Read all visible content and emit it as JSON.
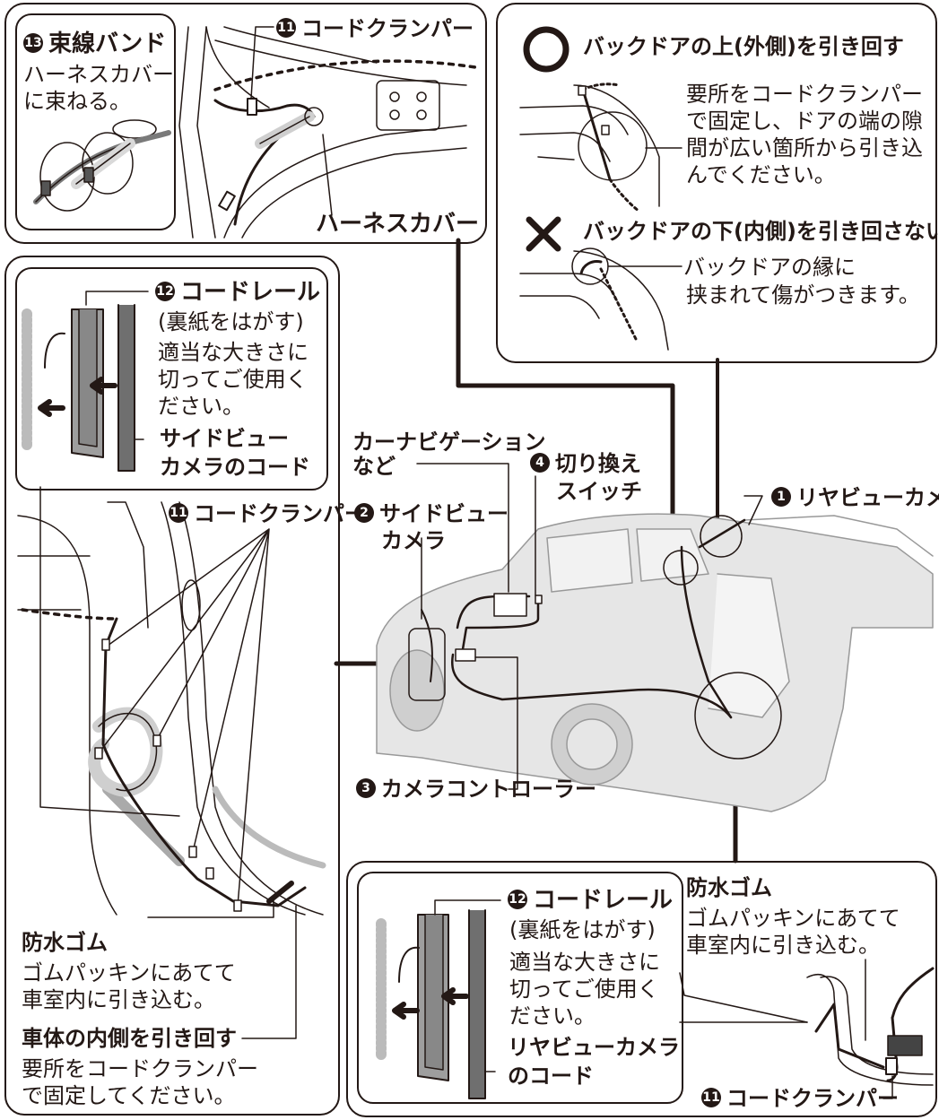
{
  "callouts": {
    "tie_band": {
      "num": "13",
      "title": "束線バンド",
      "lines": [
        "ハーネスカバー",
        "に束ねる。"
      ]
    },
    "clamp_top": {
      "num": "11",
      "label": "コードクランパー"
    },
    "harness_cover": "ハーネスカバー",
    "ok": {
      "title": "バックドアの上(外側)を引き回す",
      "lines": [
        "要所をコードクランパー",
        "で固定し、ドアの端の隙",
        "間が広い箇所から引き込",
        "んでください。"
      ]
    },
    "ng": {
      "title": "バックドアの下(内側)を引き回さない",
      "lines": [
        "バックドアの縁に",
        "挟まれて傷がつきます。"
      ]
    },
    "rail_left": {
      "num": "12",
      "title": "コードレール",
      "sub": "(裏紙をはがす)",
      "lines": [
        "適当な大きさに",
        "切ってご使用く",
        "ださい。"
      ],
      "cord": [
        "サイドビュー",
        "カメラのコード"
      ]
    },
    "clamp_left": {
      "num": "11",
      "label": "コードクランパー"
    },
    "waterproof_left": {
      "title": "防水ゴム",
      "lines": [
        "ゴムパッキンにあてて",
        "車室内に引き込む。"
      ]
    },
    "route_inside": {
      "title": "車体の内側を引き回す",
      "lines": [
        "要所をコードクランパー",
        "で固定してください。"
      ]
    },
    "navi": [
      "カーナビゲーション",
      "など"
    ],
    "switch": {
      "num": "4",
      "lines": [
        "切り換え",
        "スイッチ"
      ]
    },
    "side_camera": {
      "num": "2",
      "lines": [
        "サイドビュー",
        "カメラ"
      ]
    },
    "rear_camera": {
      "num": "1",
      "label": "リヤビューカメラ"
    },
    "controller": {
      "num": "3",
      "label": "カメラコントローラー"
    },
    "rail_bottom": {
      "num": "12",
      "title": "コードレール",
      "sub": "(裏紙をはがす)",
      "lines": [
        "適当な大きさに",
        "切ってご使用く",
        "ださい。"
      ],
      "cord": [
        "リヤビューカメラ",
        "のコード"
      ]
    },
    "waterproof_bottom": {
      "title": "防水ゴム",
      "lines": [
        "ゴムパッキンにあてて",
        "車室内に引き込む。"
      ]
    },
    "clamp_bottom": {
      "num": "11",
      "label": "コードクランパー"
    }
  }
}
